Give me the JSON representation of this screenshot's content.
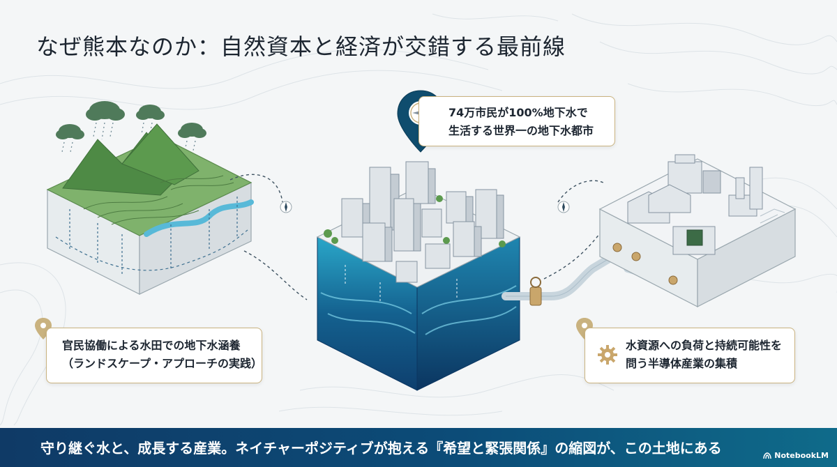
{
  "title": "なぜ熊本なのか：自然資本と経済が交錯する最前線",
  "callouts": {
    "city": {
      "line1": "74万市民が100%地下水で",
      "line2": "生活する世界一の地下水都市"
    },
    "farm": {
      "line1": "官民協働による水田での地下水涵養",
      "line2": "（ランドスケープ・アプローチの実践）"
    },
    "industry": {
      "line1": "水資源への負荷と持続可能性を",
      "line2": "問う半導体産業の集積"
    }
  },
  "icons": {
    "city_pin": "compass-pin-icon",
    "farm_pin": "location-pin-icon",
    "industry_pin": "location-pin-icon",
    "industry_symbol": "gear-icon",
    "flow_markers": "compass-icon"
  },
  "colors": {
    "gold": "#c9b27f",
    "water_dark": "#0e3f6e",
    "water_light": "#2aa7c9",
    "green": "#5c9a4e",
    "footer": "#0f3a66"
  },
  "footer": {
    "text": "守り継ぐ水と、成長する産業。ネイチャーポジティブが抱える『希望と緊張関係』の縮図が、この土地にある"
  },
  "brand": {
    "name": "NotebookLM"
  }
}
